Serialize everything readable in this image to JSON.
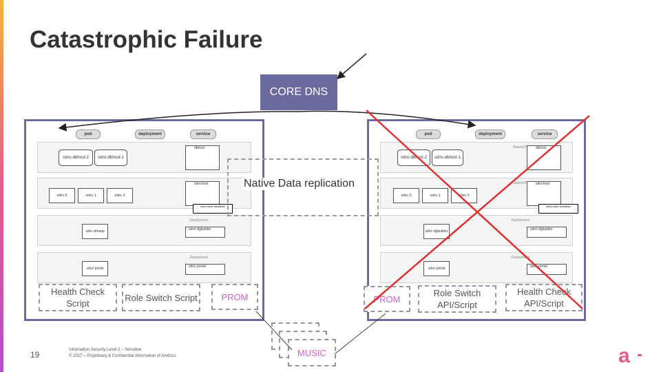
{
  "slide": {
    "title": "Catastrophic Failure",
    "page_number": "19",
    "footer_line1": "Information Security Level 2 – Sensitive",
    "footer_line2": "© 2017 – Proprietary & Confidential Information of Amdocs"
  },
  "core_dns": {
    "label": "CORE DNS"
  },
  "replication": {
    "label": "Native Data replication"
  },
  "music": {
    "label": "MUSIC"
  },
  "cluster": {
    "pod_label": "pod",
    "deployment_label": "deployment",
    "service_label": "service",
    "statefulset_label": "StatefulSet",
    "deployment_row_label": "Deployment",
    "db_a": "sdnc-dbhost-2",
    "db_b": "sdnc-dbhost-1",
    "sdnc_0": "sdnc-0",
    "sdnc_1": "sdnc-1",
    "sdnc_2": "sdnc-2",
    "dmaap": "sdnc-dmaap",
    "dgbuilder": "sdnc-dgbuilder",
    "portal": "sdnc-portal",
    "svc_dbhost": "dbhost",
    "svc_sdnc": "sdnchost",
    "svc_dgbuilder": "sdnc-dgbuilder",
    "svc_portal": "sdnc-portal",
    "tiny_label": "sdnc-sdnc-headless"
  },
  "left_site": {
    "health_check": "Health Check Script",
    "role_switch": "Role Switch Script",
    "prom": "PROM"
  },
  "right_site": {
    "prom": "PROM",
    "role_switch": "Role Switch API/Script",
    "health_check": "Health Check API/Script"
  },
  "colors": {
    "cluster_border": "#6b6a9e",
    "core_dns_bg": "#6b6a9e",
    "failure_cross": "#e0302e",
    "prom_text": "#d062c6"
  }
}
